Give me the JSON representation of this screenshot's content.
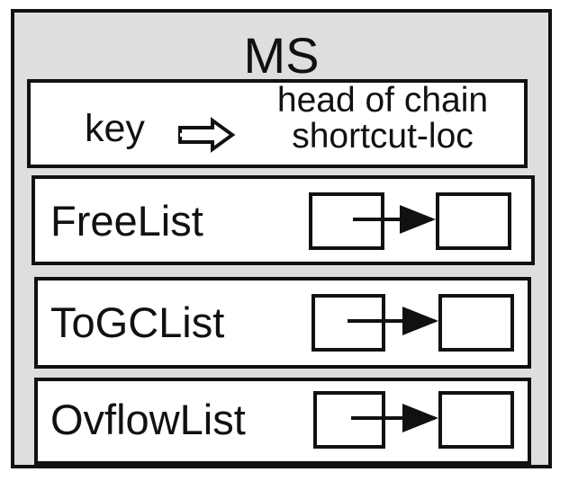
{
  "diagram": {
    "title": "MS",
    "key": {
      "key_text": "key",
      "arrow_icon": "hollow-right-arrow-icon",
      "value_line_1": "head of chain",
      "value_line_2": "shortcut-loc"
    },
    "lists": [
      {
        "label": "FreeList"
      },
      {
        "label": "ToGCList"
      },
      {
        "label": "OvflowList"
      }
    ],
    "colors": {
      "stroke": "#111111",
      "outer_fill": "#dedede",
      "inner_fill": "#ffffff"
    }
  }
}
